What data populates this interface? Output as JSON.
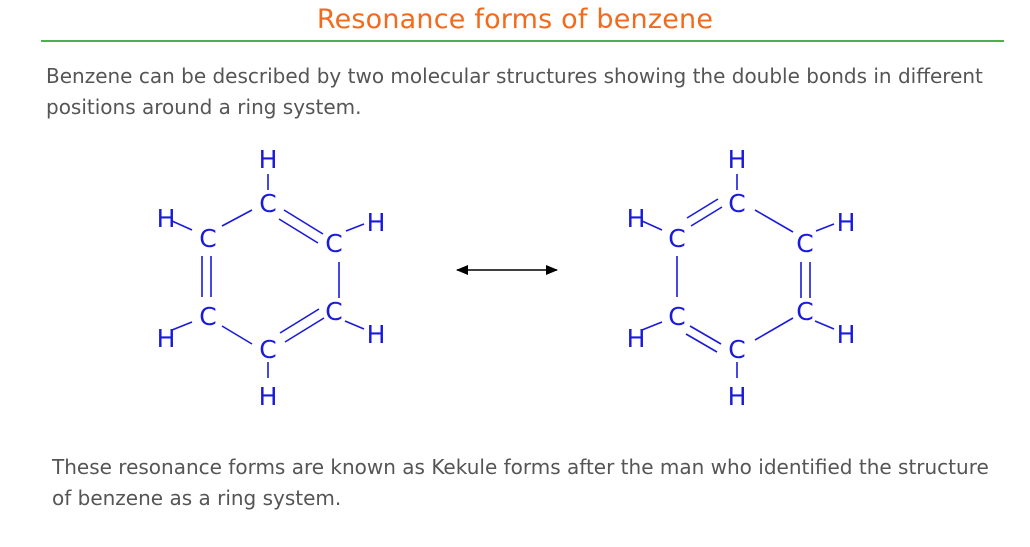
{
  "title": "Resonance forms of benzene",
  "intro": "Benzene can be described by two molecular structures showing the double bonds in different positions around a ring system.",
  "outro": "These resonance forms are known as Kekule forms after the man who identified the structure of benzene as a ring system.",
  "atoms": {
    "carbon": "C",
    "hydrogen": "H"
  },
  "colors": {
    "title": "#f26a1b",
    "rule": "#4caf50",
    "molecule": "#1a1adb",
    "text": "#555555"
  }
}
